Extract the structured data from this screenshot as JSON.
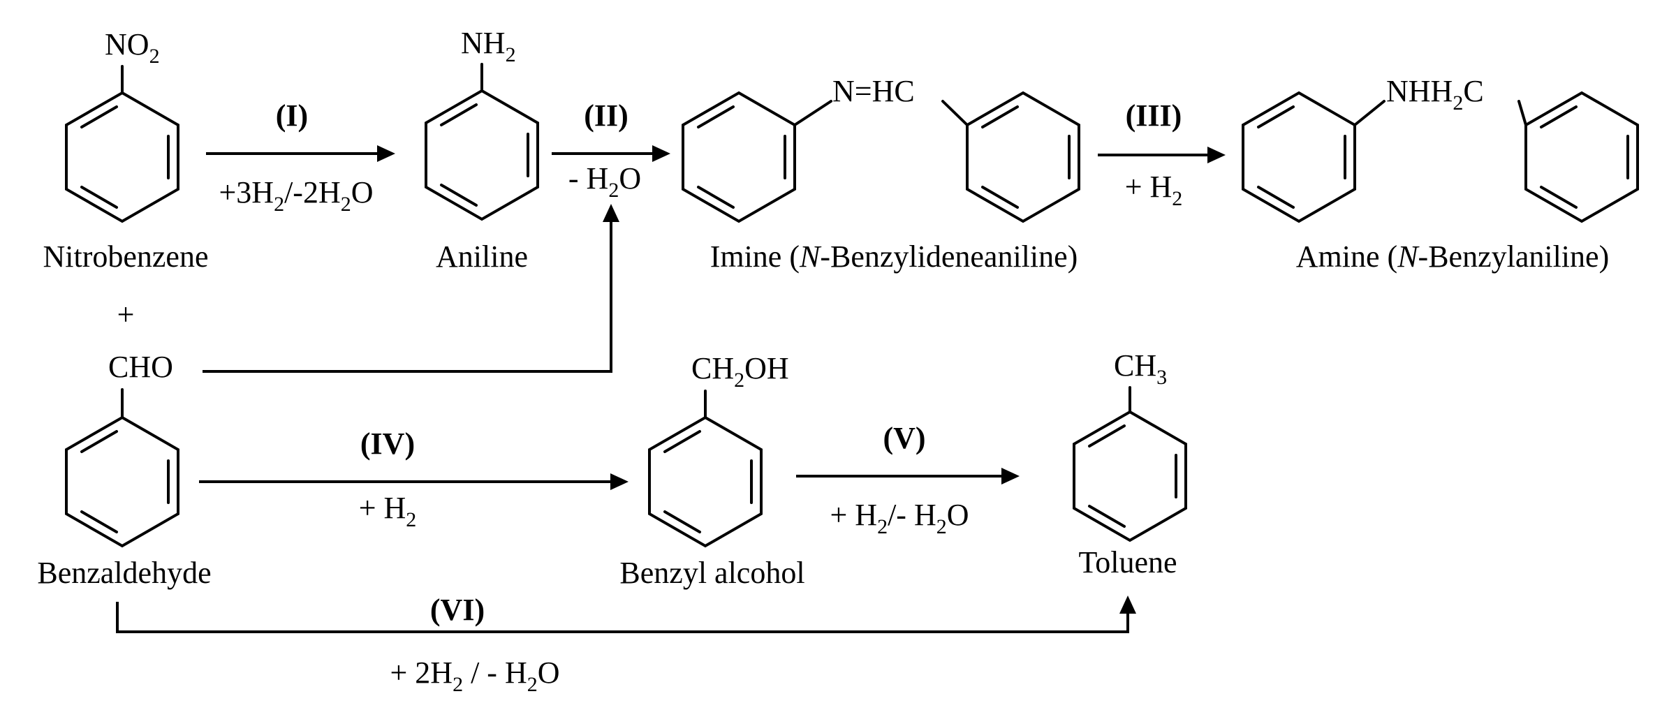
{
  "compounds": {
    "nitrobenzene": {
      "group": "NO",
      "sub": "2",
      "name": "Nitrobenzene"
    },
    "aniline": {
      "group": "NH",
      "sub": "2",
      "name": "Aniline"
    },
    "imine": {
      "linker": "N=HC",
      "name_pre": "Imine (",
      "name_italic": "N",
      "name_post": "-Benzylideneaniline)"
    },
    "amine": {
      "linker": "NHH",
      "linker_sub": "2",
      "linker_post": "C",
      "name_pre": "Amine (",
      "name_italic": "N",
      "name_post": "-Benzylaniline)"
    },
    "benzaldehyde": {
      "group": "CHO",
      "name": "Benzaldehyde"
    },
    "benzyl_alcohol": {
      "group_pre": "CH",
      "sub": "2",
      "group_post": "OH",
      "name": "Benzyl alcohol"
    },
    "toluene": {
      "group": "CH",
      "sub": "3",
      "name": "Toluene"
    }
  },
  "plus_sign": "+",
  "steps": {
    "I": {
      "label": "(I)",
      "cond": [
        "+3H",
        "2",
        "/-2H",
        "2",
        "O"
      ]
    },
    "II": {
      "label": "(II)",
      "cond": [
        "- H",
        "2",
        "O"
      ]
    },
    "III": {
      "label": "(III)",
      "cond": [
        "+ H",
        "2"
      ]
    },
    "IV": {
      "label": "(IV)",
      "cond": [
        "+ H",
        "2"
      ]
    },
    "V": {
      "label": "(V)",
      "cond": [
        "+ H",
        "2",
        "/- H",
        "2",
        "O"
      ]
    },
    "VI": {
      "label": "(VI)",
      "cond": [
        "+ 2H",
        "2",
        " / - H",
        "2",
        "O"
      ]
    }
  }
}
